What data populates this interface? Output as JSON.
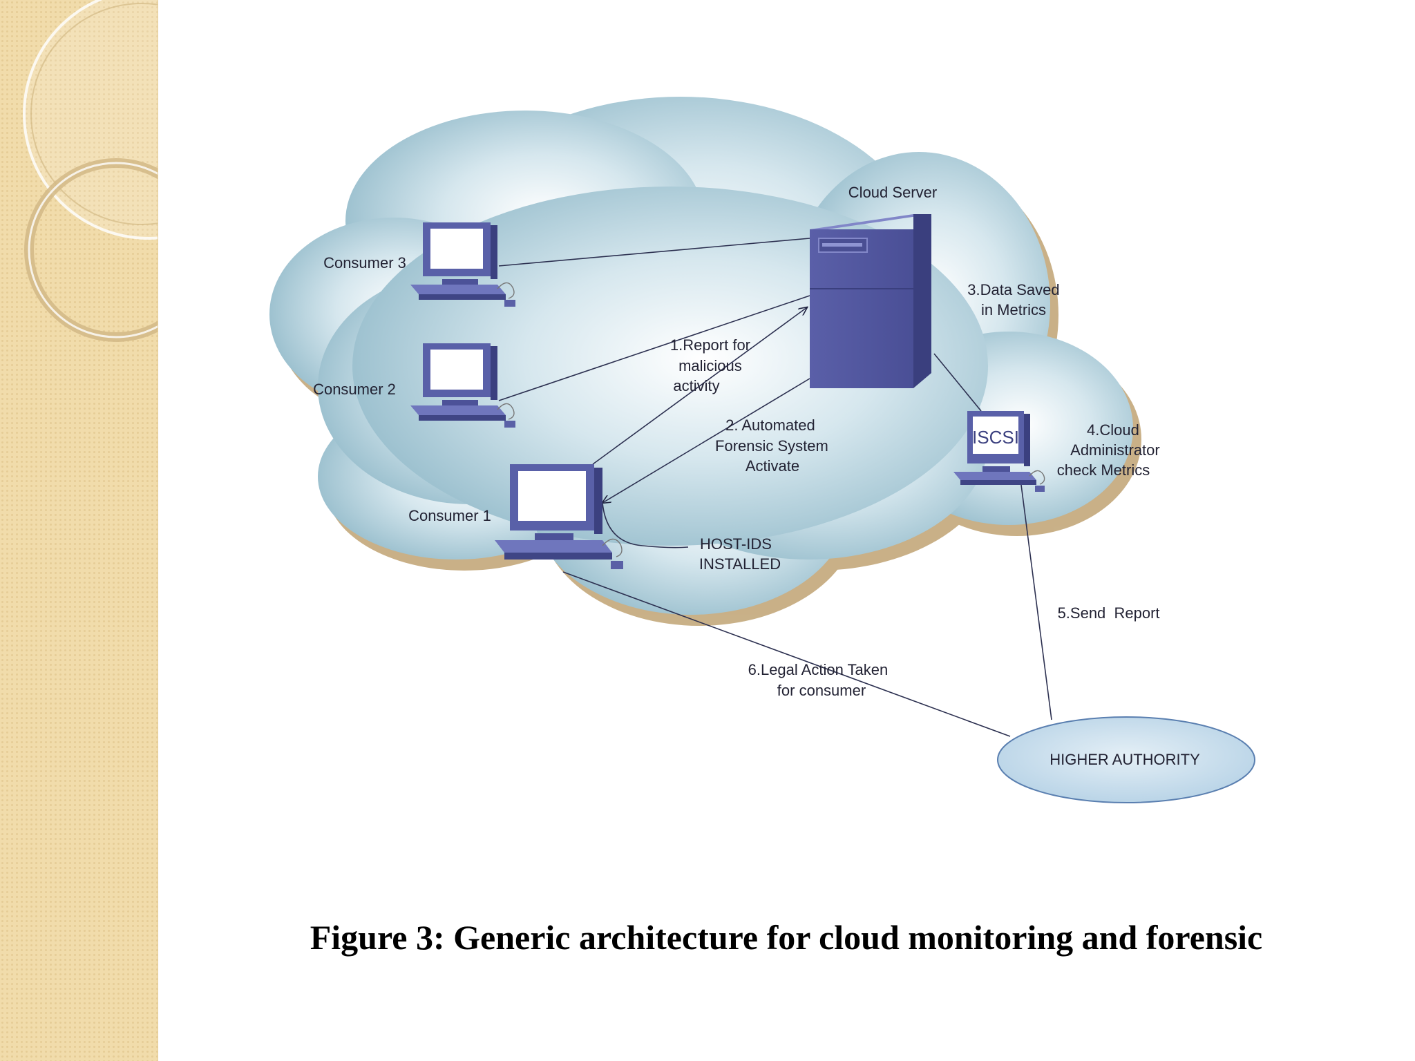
{
  "diagram": {
    "nodes": {
      "cloud_server": "Cloud Server",
      "consumer_3": "Consumer 3",
      "consumer_2": "Consumer 2",
      "consumer_1": "Consumer 1",
      "iscsi_screen": "ISCSI",
      "higher_authority": "HIGHER AUTHORITY"
    },
    "steps": {
      "step1": [
        "1.Report for",
        "malicious",
        "activity"
      ],
      "step2": [
        "2. Automated",
        "Forensic System",
        "Activate"
      ],
      "step3": [
        "3.Data Saved",
        "in Metrics"
      ],
      "step4": [
        "4.Cloud",
        "Administrator",
        "check Metrics"
      ],
      "step5": [
        "5.Send  Report"
      ],
      "step6": [
        "6.Legal Action Taken",
        "for consumer"
      ]
    },
    "annotation": [
      "HOST-IDS",
      "INSTALLED"
    ]
  },
  "caption": "Figure 3: Generic architecture for cloud monitoring and forensic"
}
